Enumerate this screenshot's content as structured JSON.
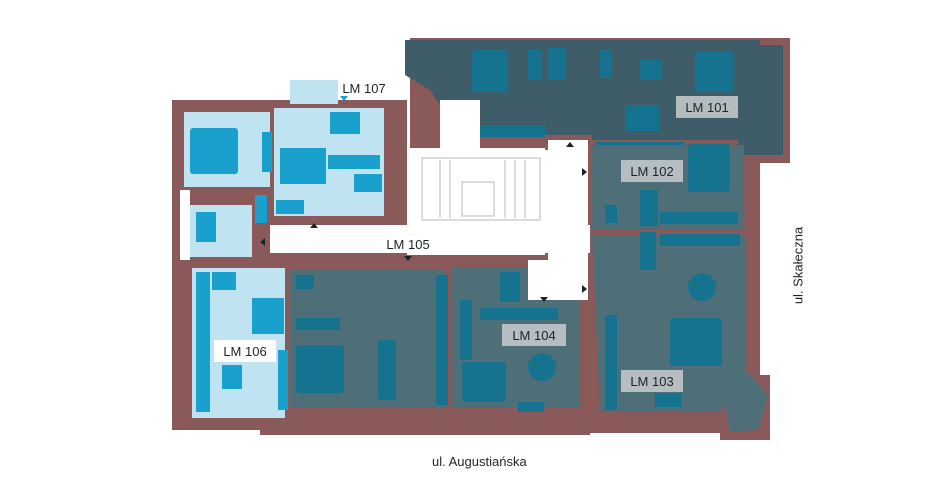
{
  "units": [
    {
      "id": "lm101",
      "label": "LM 101",
      "status_color": "#3f5d68"
    },
    {
      "id": "lm102",
      "label": "LM 102",
      "status_color": "#4e6e78"
    },
    {
      "id": "lm103",
      "label": "LM 103",
      "status_color": "#4e6e78"
    },
    {
      "id": "lm104",
      "label": "LM 104",
      "status_color": "#4e6e78"
    },
    {
      "id": "lm105",
      "label": "LM 105",
      "status_color": "#4e6e78"
    },
    {
      "id": "lm106",
      "label": "LM 106",
      "status_color": "#bfe3f1"
    },
    {
      "id": "lm107",
      "label": "LM 107",
      "status_color": "#bfe3f1"
    }
  ],
  "streets": {
    "bottom": "ul. Augustiańska",
    "right": "ul. Skałeczna"
  },
  "colors": {
    "wall": "#8a5a5a",
    "available": "#bfe3f1",
    "unavailable": "#4e6e78",
    "unavailable_dark": "#3f5d68",
    "furniture_light": "#1aa0cc",
    "furniture_dark": "#15738f",
    "common": "#ffffff"
  }
}
